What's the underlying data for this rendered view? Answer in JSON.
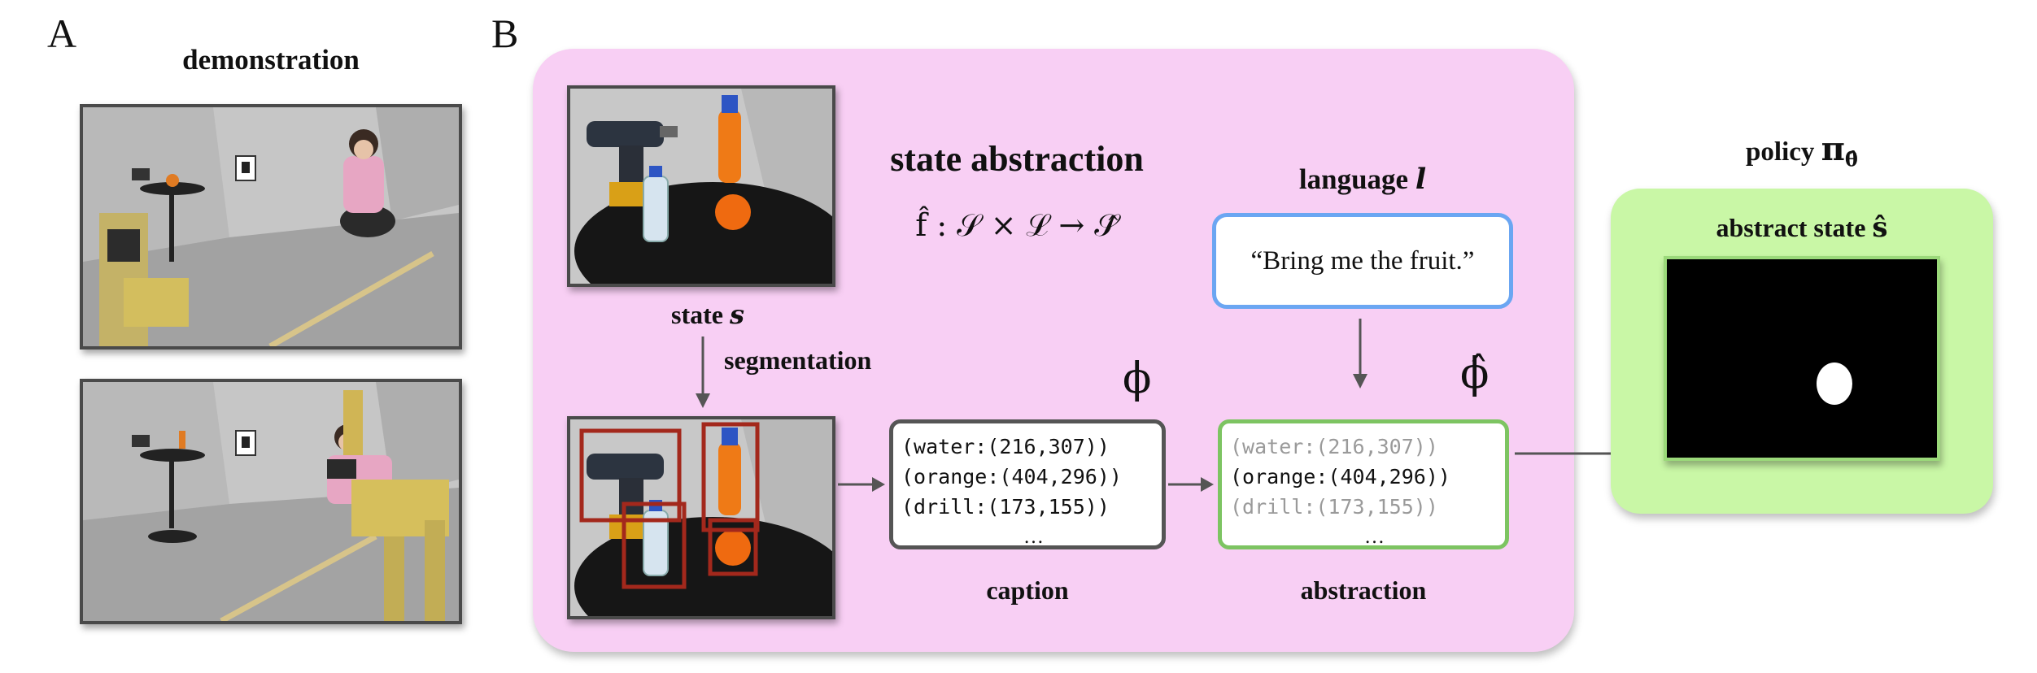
{
  "panel_a": {
    "letter": "A",
    "title": "demonstration"
  },
  "panel_b": {
    "letter": "B",
    "state_label": "state",
    "state_symbol": "s",
    "segmentation_label": "segmentation",
    "abstraction_title": "state abstraction",
    "abstraction_formula": "f̂ : 𝒮 × ℒ → 𝒮̂",
    "language_label": "language",
    "language_symbol": "l",
    "language_text": "“Bring me the fruit.”",
    "phi": "ϕ",
    "phi_hat": "ϕ̂",
    "caption_label": "caption",
    "abstraction_label": "abstraction",
    "caption_lines": [
      "(water:(216,307))",
      "(orange:(404,296))",
      "(drill:(173,155))",
      "…"
    ],
    "abstraction_lines": [
      {
        "text": "(water:(216,307))",
        "active": false
      },
      {
        "text": "(orange:(404,296))",
        "active": true
      },
      {
        "text": "(drill:(173,155))",
        "active": false
      },
      {
        "text": "…",
        "active": true
      }
    ]
  },
  "policy": {
    "label": "policy",
    "symbol": "π",
    "subscript": "θ̂",
    "abstract_state_label": "abstract state",
    "abstract_state_symbol": "ŝ"
  },
  "colors": {
    "pink_panel": "#f8cff4",
    "green_panel": "#c9f7a6",
    "language_border": "#6ba6f2",
    "caption_border": "#555555",
    "abstraction_border": "#7dc462",
    "bbox_red": "#a3281c"
  }
}
